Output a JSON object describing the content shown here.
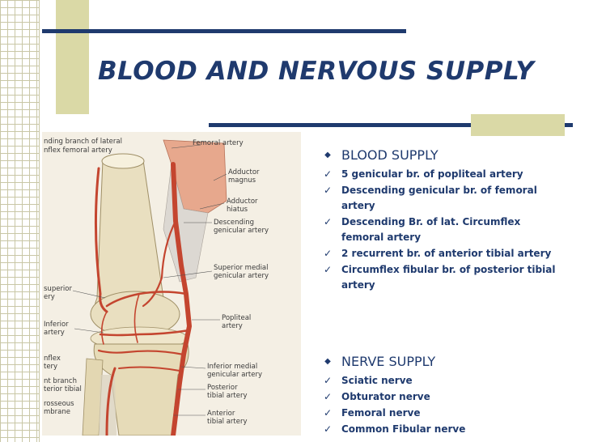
{
  "slide": {
    "title": "BLOOD AND NERVOUS SUPPLY"
  },
  "figure": {
    "labels": {
      "desc_branch_lateral_1": "nding branch of lateral",
      "desc_branch_lateral_2": "nflex femoral artery",
      "femoral_artery": "Femoral artery",
      "adductor_magnus_1": "Adductor",
      "adductor_magnus_2": "magnus",
      "adductor_hiatus_1": "Adductor",
      "adductor_hiatus_2": "hiatus",
      "descending_genicular_1": "Descending",
      "descending_genicular_2": "genicular artery",
      "superior_medial_1": "Superior medial",
      "superior_medial_2": "genicular artery",
      "superior_lateral_1": "superior",
      "superior_lateral_2": "ery",
      "inferior_lateral_1": "Inferior",
      "inferior_lateral_2": "artery",
      "popliteal_1": "Popliteal",
      "popliteal_2": "artery",
      "circumflex_1": "nflex",
      "circumflex_2": "tery",
      "recurrent_1": "nt branch",
      "recurrent_2": "terior tibial",
      "interosseous_1": "rosseous",
      "interosseous_2": "mbrane",
      "inferior_medial_1": "Inferior medial",
      "inferior_medial_2": "genicular artery",
      "posterior_tibial_1": "Posterior",
      "posterior_tibial_2": "tibial artery",
      "anterior_tibial_1": "Anterior",
      "anterior_tibial_2": "tibial artery"
    }
  },
  "blood_supply": {
    "heading": "BLOOD SUPPLY",
    "items": [
      "5 genicular br. of popliteal artery",
      "Descending genicular br. of femoral artery",
      "Descending Br. of lat. Circumflex femoral artery",
      "2 recurrent br. of anterior tibial artery",
      "Circumflex fibular br. of posterior tibial artery"
    ]
  },
  "nerve_supply": {
    "heading": "NERVE SUPPLY",
    "items": [
      "Sciatic nerve",
      "Obturator nerve",
      "Femoral nerve",
      "Common Fibular nerve"
    ]
  },
  "icons": {
    "section_bullet": "diamond-bullet-icon",
    "item_bullet": "checkmark-icon"
  },
  "colors": {
    "title": "#1f3a6e",
    "accent_olive": "#dad9a6",
    "artery": "#c4452f",
    "bone": "#e9dfc0"
  }
}
